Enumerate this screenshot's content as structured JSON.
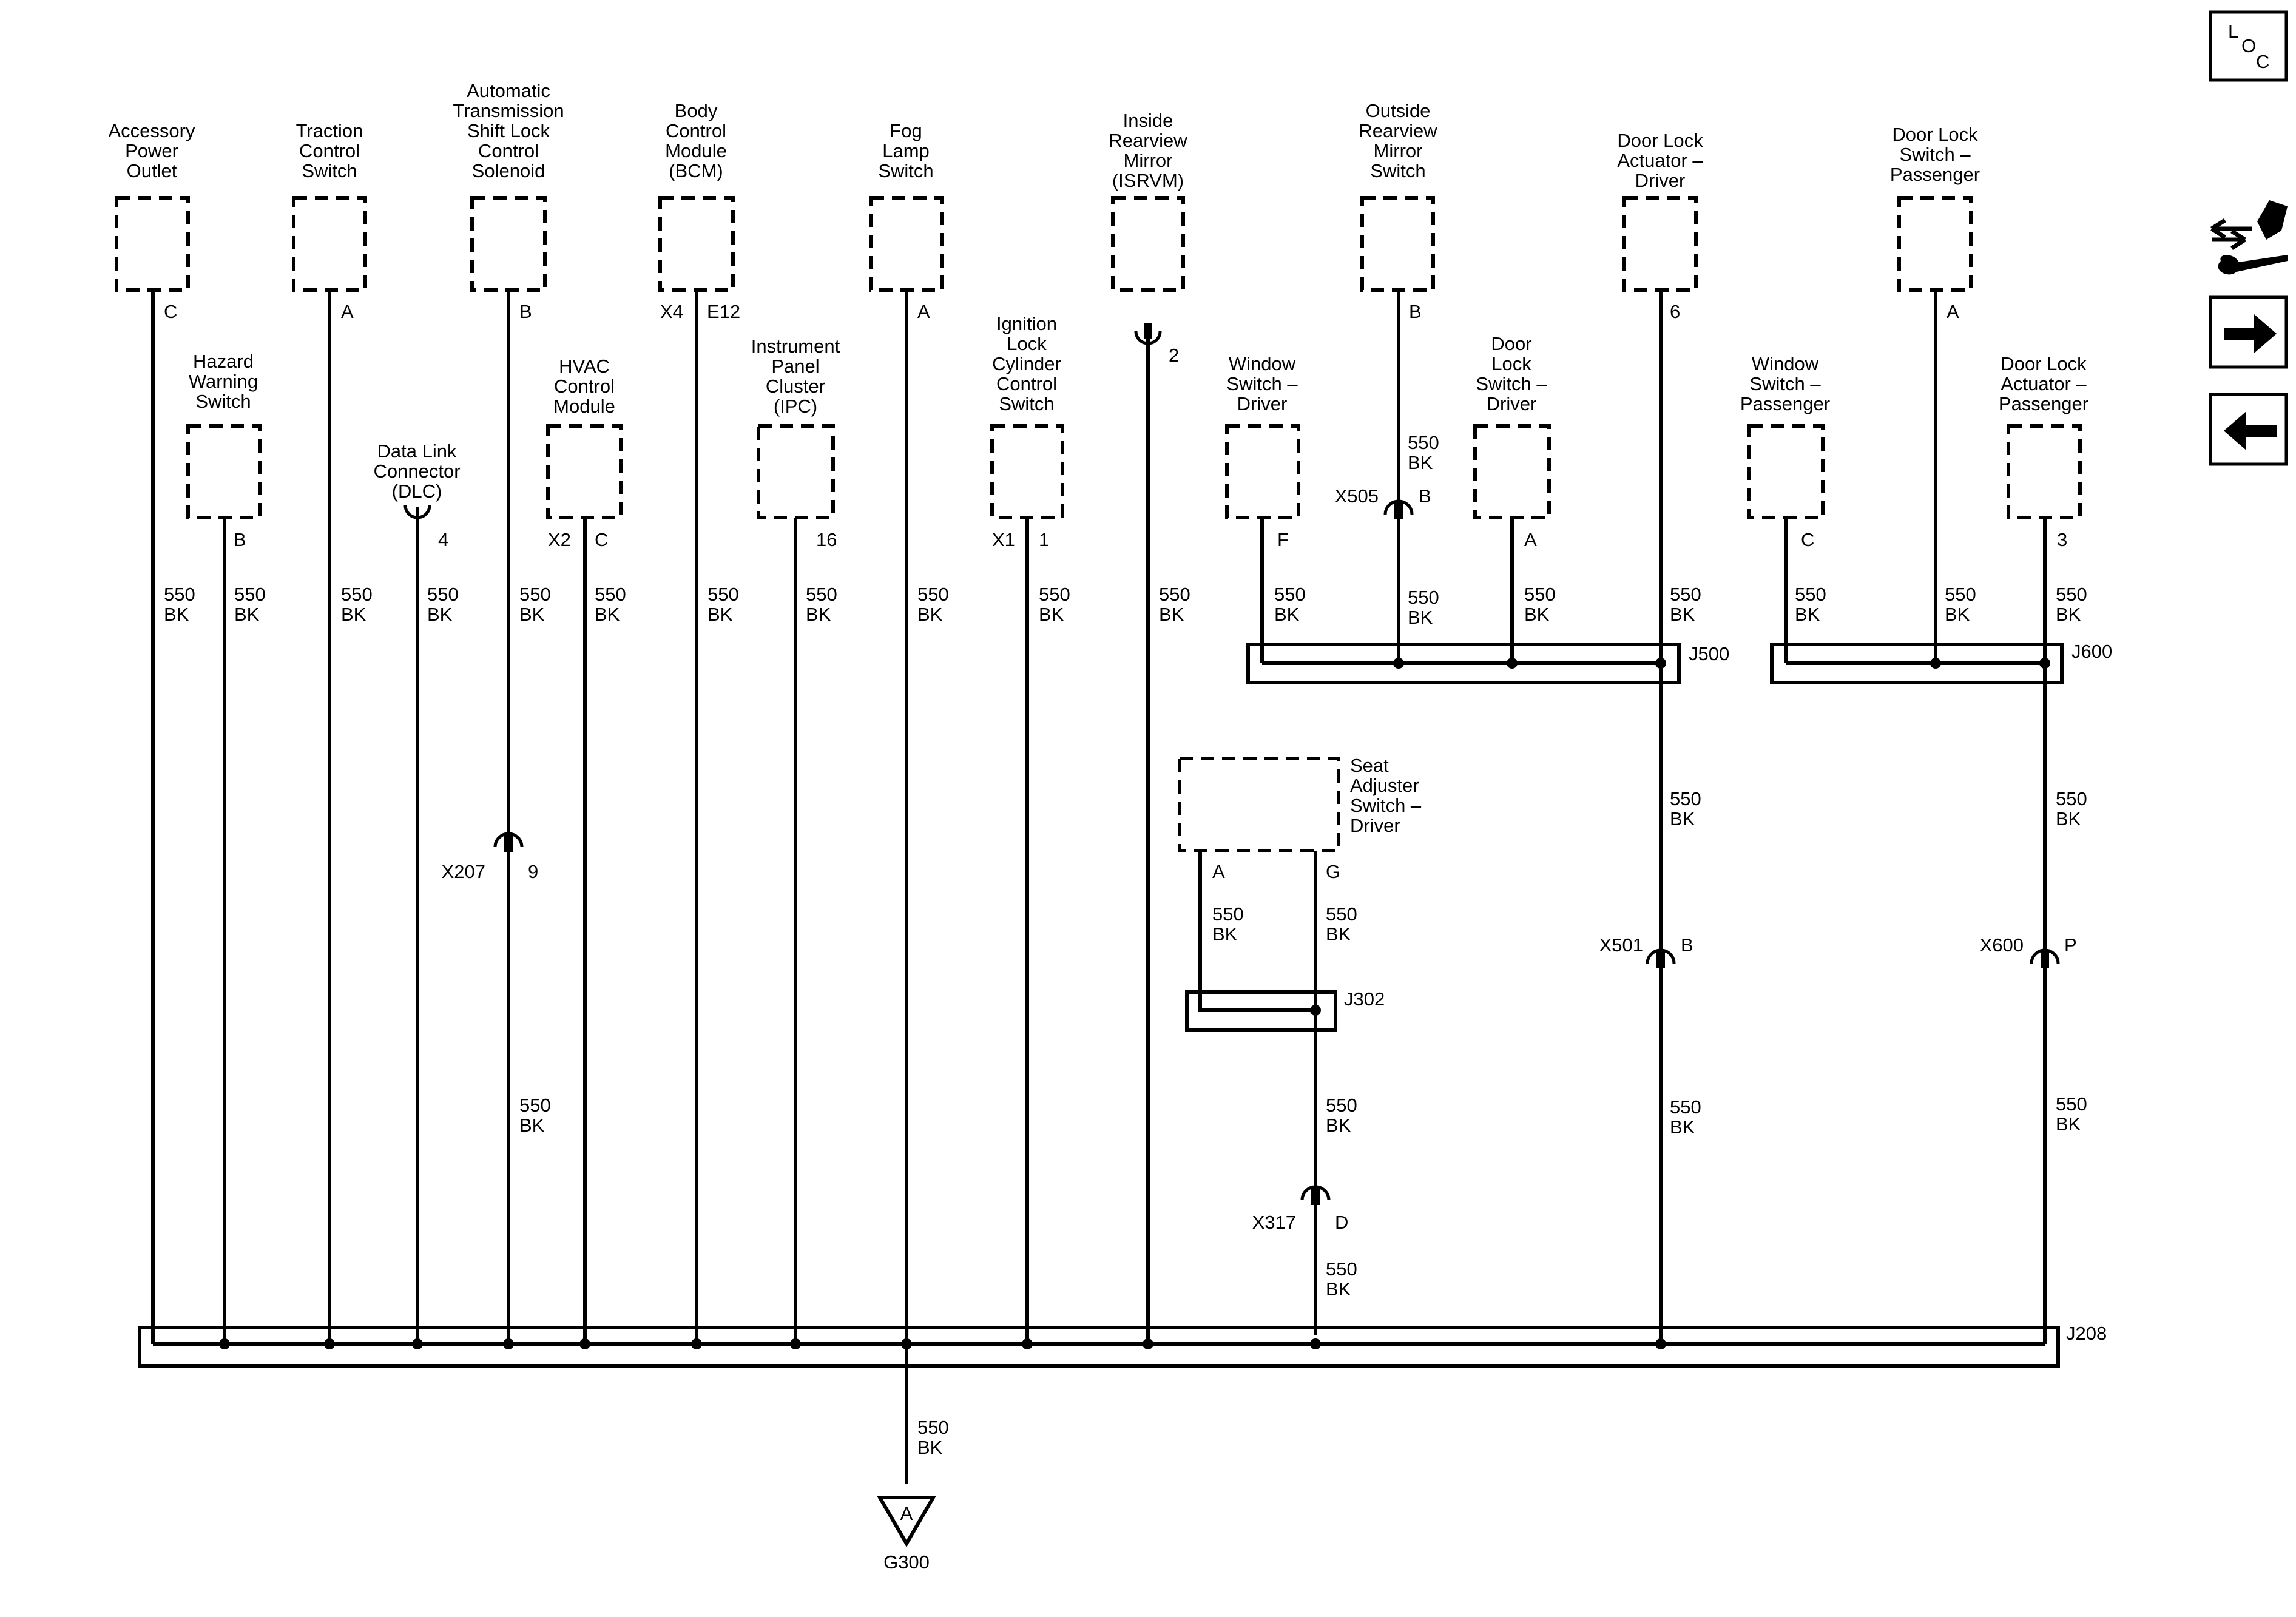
{
  "wire": {
    "gauge": "550",
    "color": "BK"
  },
  "components": [
    {
      "id": "c1",
      "lines": [
        "Accessory",
        "Power",
        "Outlet"
      ],
      "pin": "C"
    },
    {
      "id": "c2",
      "lines": [
        "Traction",
        "Control",
        "Switch"
      ],
      "pin": "A"
    },
    {
      "id": "c3",
      "lines": [
        "Automatic",
        "Transmission",
        "Shift Lock",
        "Control",
        "Solenoid"
      ],
      "pin": "B"
    },
    {
      "id": "c4",
      "lines": [
        "Body",
        "Control",
        "Module",
        "(BCM)"
      ],
      "pin": "E12",
      "conn": "X4"
    },
    {
      "id": "c5",
      "lines": [
        "Fog",
        "Lamp",
        "Switch"
      ],
      "pin": "A"
    },
    {
      "id": "c6",
      "lines": [
        "Inside",
        "Rearview",
        "Mirror",
        "(ISRVM)"
      ],
      "pin": "2"
    },
    {
      "id": "c7",
      "lines": [
        "Outside",
        "Rearview",
        "Mirror",
        "Switch"
      ],
      "pin": "B"
    },
    {
      "id": "c8",
      "lines": [
        "Door Lock",
        "Actuator –",
        "Driver"
      ],
      "pin": "6"
    },
    {
      "id": "c9",
      "lines": [
        "Door Lock",
        "Switch –",
        "Passenger"
      ],
      "pin": "A"
    },
    {
      "id": "c10",
      "lines": [
        "Hazard",
        "Warning",
        "Switch"
      ],
      "pin": "B"
    },
    {
      "id": "c11",
      "lines": [
        "Data Link",
        "Connector",
        "(DLC)"
      ],
      "pin": "4"
    },
    {
      "id": "c12",
      "lines": [
        "HVAC",
        "Control",
        "Module"
      ],
      "pin": "C",
      "conn": "X2"
    },
    {
      "id": "c13",
      "lines": [
        "Instrument",
        "Panel",
        "Cluster",
        "(IPC)"
      ],
      "pin": "16"
    },
    {
      "id": "c14",
      "lines": [
        "Ignition",
        "Lock",
        "Cylinder",
        "Control",
        "Switch"
      ],
      "pin": "1",
      "conn": "X1"
    },
    {
      "id": "c15",
      "lines": [
        "Window",
        "Switch –",
        "Driver"
      ],
      "pin": "F"
    },
    {
      "id": "c16",
      "lines": [
        "Door",
        "Lock",
        "Switch –",
        "Driver"
      ],
      "pin": "A"
    },
    {
      "id": "c17",
      "lines": [
        "Window",
        "Switch –",
        "Passenger"
      ],
      "pin": "C"
    },
    {
      "id": "c18",
      "lines": [
        "Door Lock",
        "Actuator –",
        "Passenger"
      ],
      "pin": "3"
    },
    {
      "id": "c19",
      "lines": [
        "Seat",
        "Adjuster",
        "Switch –",
        "Driver"
      ],
      "pins": [
        "A",
        "G"
      ]
    }
  ],
  "connectors": [
    {
      "id": "X207",
      "pin": "9"
    },
    {
      "id": "X505",
      "pin": "B"
    },
    {
      "id": "X501",
      "pin": "B"
    },
    {
      "id": "X600",
      "pin": "P"
    },
    {
      "id": "X317",
      "pin": "D"
    }
  ],
  "splices": [
    "J500",
    "J600",
    "J302",
    "J208"
  ],
  "ground": {
    "id": "G300",
    "letter": "A"
  },
  "nav": {
    "loc_letters": [
      "L",
      "O",
      "C"
    ],
    "icons": [
      "connector-repair-icon",
      "next-arrow-icon",
      "previous-arrow-icon"
    ]
  }
}
